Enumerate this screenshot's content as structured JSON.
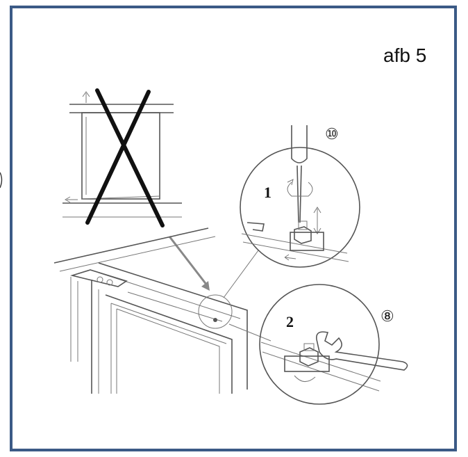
{
  "figure": {
    "label": "afb 5"
  },
  "steps": [
    {
      "number": "1",
      "tool": "⑩"
    },
    {
      "number": "2",
      "tool": "⑧"
    }
  ],
  "icons": [
    "screwdriver-icon",
    "wrench-icon",
    "rotate-arrows-icon",
    "up-down-arrow-icon",
    "cross-mark-icon"
  ],
  "colors": {
    "frame": "#3b5a86",
    "line": "#555555",
    "cross": "#111111"
  }
}
